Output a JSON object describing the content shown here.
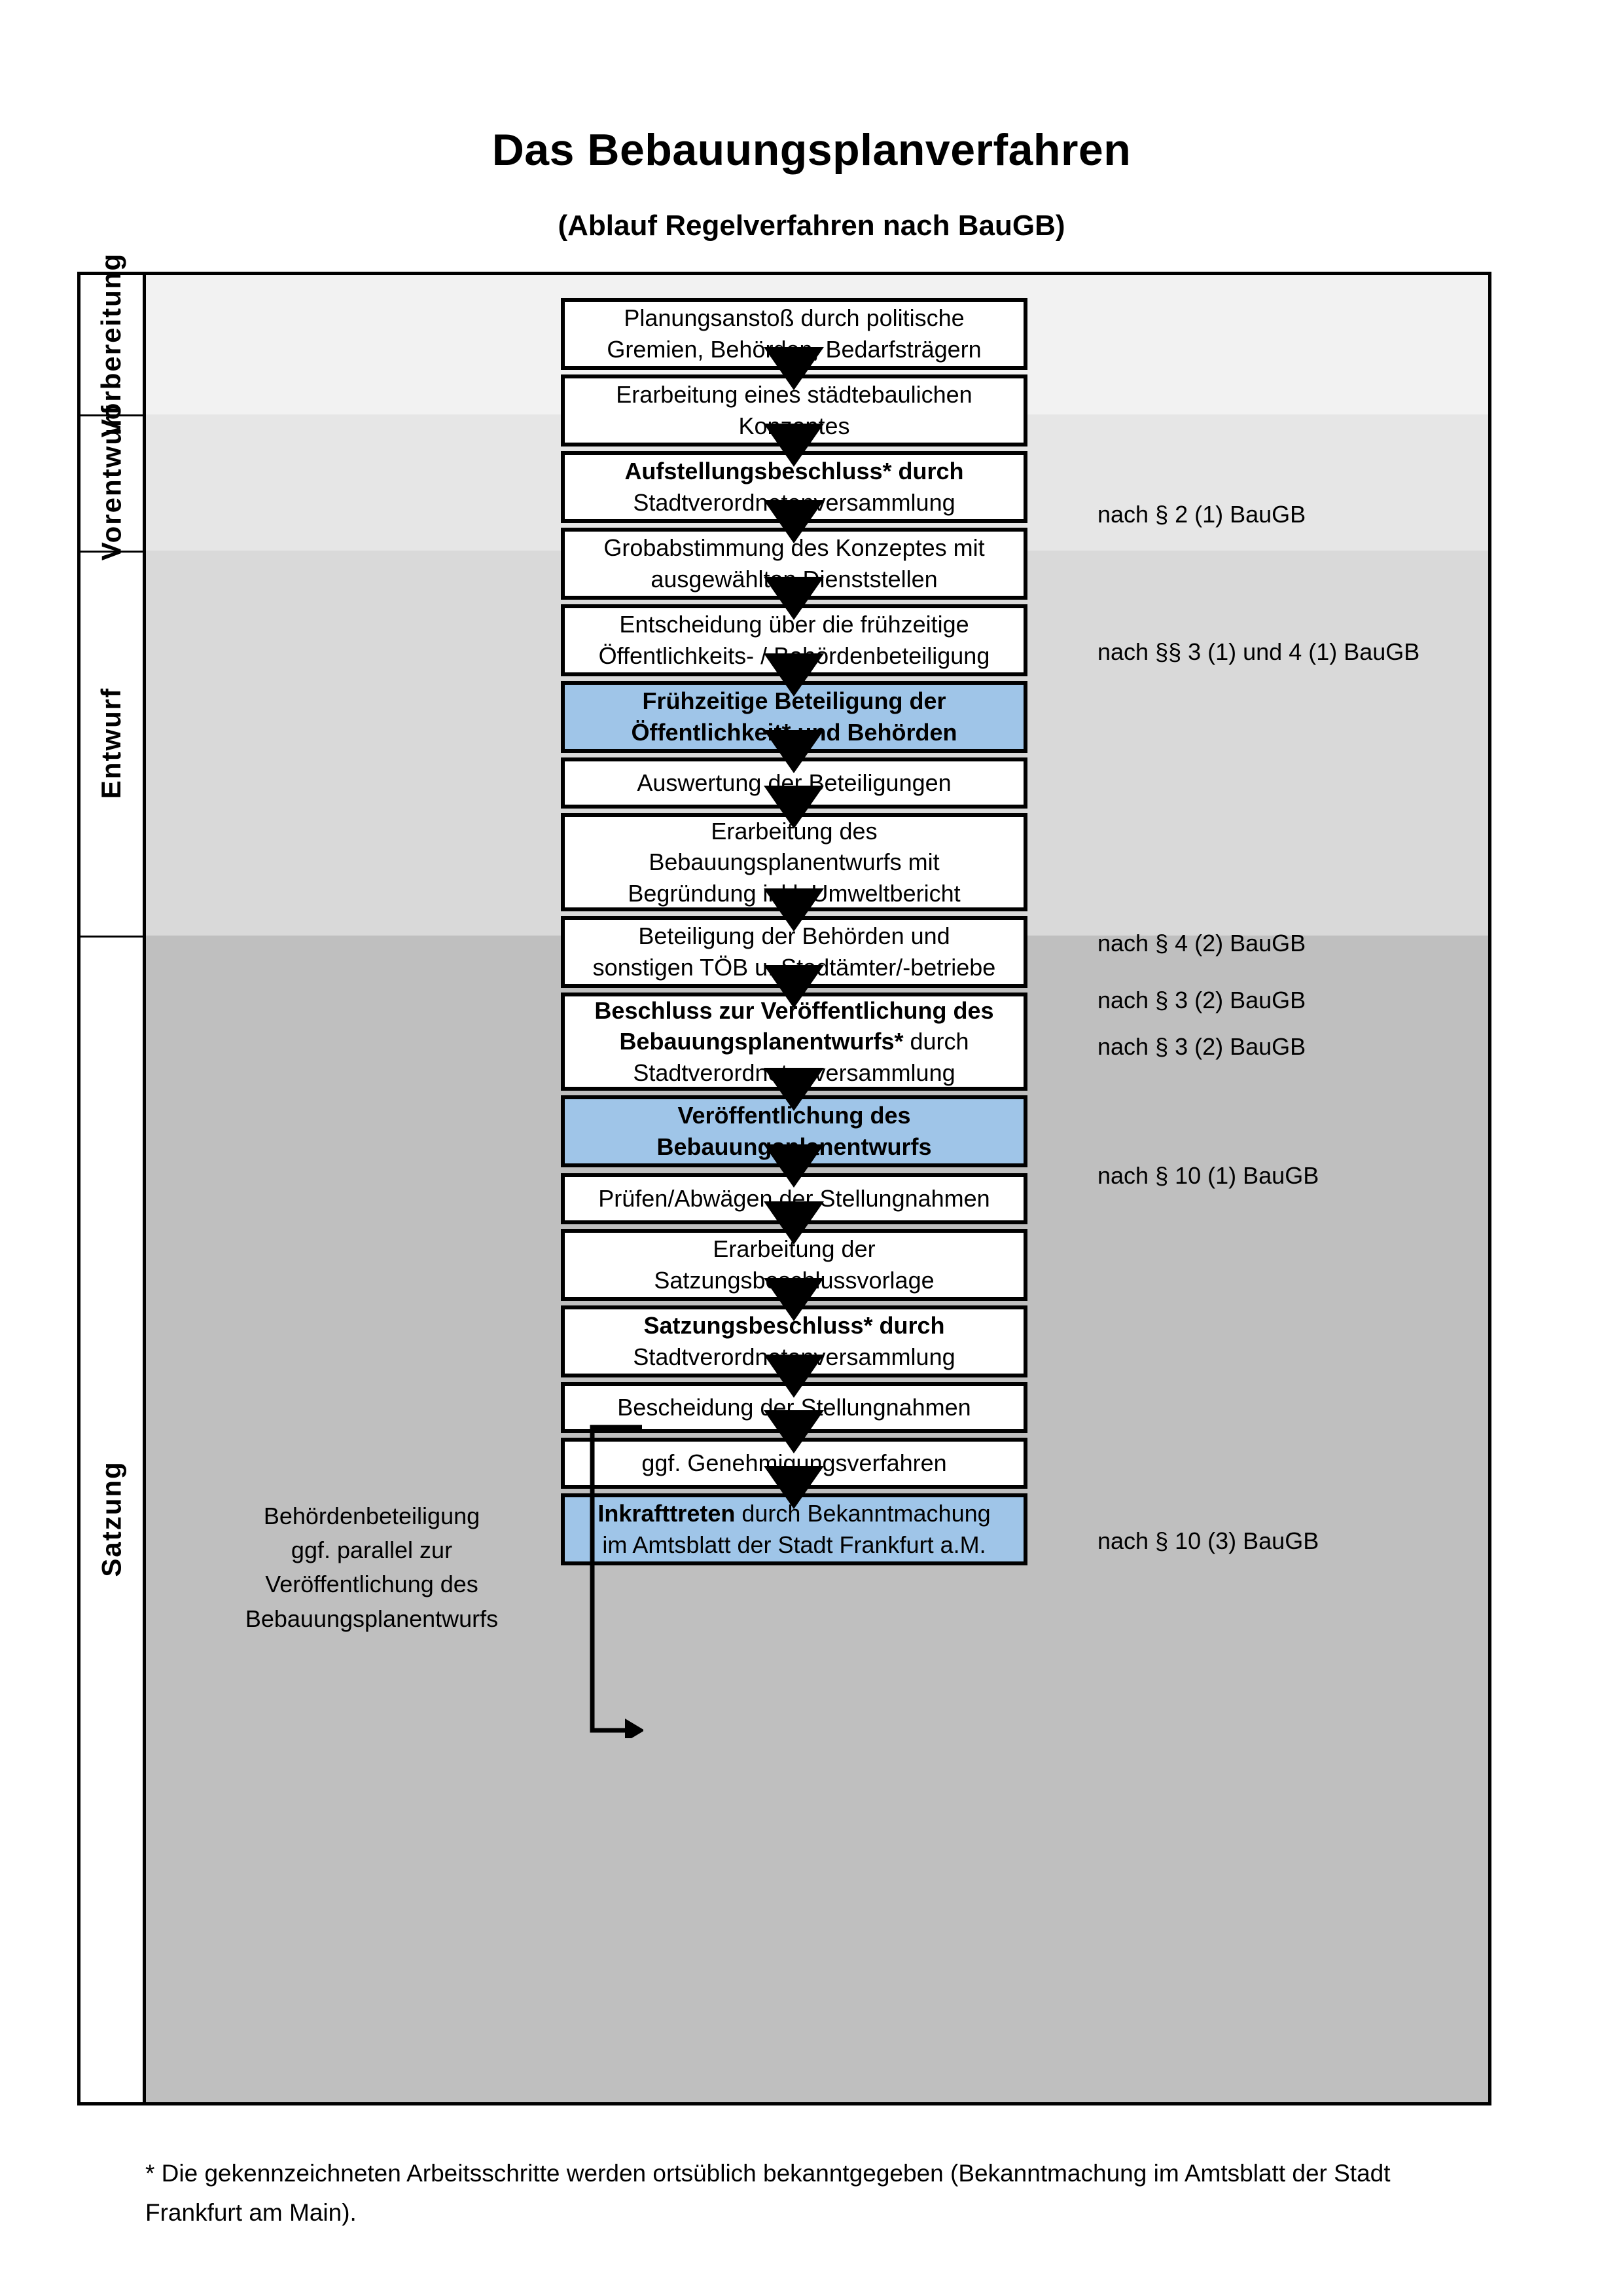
{
  "header": {
    "title": "Das Bebauungsplanverfahren",
    "subtitle": "(Ablauf Regelverfahren nach BauGB)"
  },
  "phases": [
    {
      "id": "vorbereitung",
      "label": "Vorbereitung",
      "bg": "#F2F2F2"
    },
    {
      "id": "vorentwurf",
      "label": "Vorentwurf",
      "bg": "#E6E6E6"
    },
    {
      "id": "entwurf",
      "label": "Entwurf",
      "bg": "#D9D9D9"
    },
    {
      "id": "satzung",
      "label": "Satzung",
      "bg": "#BFBFBF"
    }
  ],
  "steps": [
    {
      "id": "s1",
      "line1": "Planungsanstoß durch politische",
      "line2": "Gremien, Behörden, Bedarfsträgern",
      "line3": "",
      "highlight": false
    },
    {
      "id": "s2",
      "line1": "Erarbeitung eines städtebaulichen",
      "line2": "Konzeptes",
      "line3": "",
      "highlight": false
    },
    {
      "id": "s3",
      "line1": "Aufstellungsbeschluss* durch",
      "line2": "Stadtverordnetenversammlung",
      "line3": "",
      "highlight": false,
      "bold1": true
    },
    {
      "id": "s4",
      "line1": "Grobabstimmung des Konzeptes mit",
      "line2": "ausgewählten Dienststellen",
      "line3": "",
      "highlight": false
    },
    {
      "id": "s5",
      "line1": "Entscheidung über die frühzeitige",
      "line2": "Öffentlichkeits- / Behördenbeteiligung",
      "line3": "",
      "highlight": false
    },
    {
      "id": "s6",
      "line1": "Frühzeitige Beteiligung der",
      "line2": "Öffentlichkeit* und Behörden",
      "line3": "",
      "highlight": true,
      "bold1": true,
      "bold2": true
    },
    {
      "id": "s7",
      "line1": "Auswertung der Beteiligungen",
      "line2": "",
      "line3": "",
      "highlight": false
    },
    {
      "id": "s8",
      "line1": "Erarbeitung des",
      "line2": "Bebauungsplanentwurfs mit",
      "line3": "Begründung inkl. Umweltbericht",
      "highlight": false
    },
    {
      "id": "s9",
      "line1": "Beteiligung der Behörden und",
      "line2": "sonstigen TÖB u. Stadtämter/-betriebe",
      "line3": "",
      "highlight": false
    },
    {
      "id": "s10",
      "line1": "Beschluss zur Veröffentlichung des",
      "line2": "Bebauungsplanentwurfs* durch",
      "line3": "Stadtverordnetenversammlung",
      "highlight": false,
      "bold1": true,
      "bold2": true
    },
    {
      "id": "s11",
      "line1": "Veröffentlichung des",
      "line2": "Bebauungsplanentwurfs",
      "line3": "",
      "highlight": true,
      "bold1": true,
      "bold2": true
    },
    {
      "id": "s12",
      "line1": "Prüfen/Abwägen der Stellungnahmen",
      "line2": "",
      "line3": "",
      "highlight": false
    },
    {
      "id": "s13",
      "line1": "Erarbeitung der",
      "line2": "Satzungsbeschlussvorlage",
      "line3": "",
      "highlight": false
    },
    {
      "id": "s14",
      "line1": "Satzungsbeschluss* durch",
      "line2": "Stadtverordnetenversammlung",
      "line3": "",
      "highlight": false,
      "bold1": true
    },
    {
      "id": "s15",
      "line1": "Bescheidung der Stellungnahmen",
      "line2": "",
      "line3": "",
      "highlight": false
    },
    {
      "id": "s16",
      "line1": "ggf. Genehmigungsverfahren",
      "line2": "",
      "line3": "",
      "highlight": false
    },
    {
      "id": "s17",
      "line1": "Inkrafttreten durch Bekanntmachung",
      "line2": "im Amtsblatt der Stadt Frankfurt a.M.",
      "line3": "",
      "highlight": true,
      "bold1": true
    }
  ],
  "notes": [
    {
      "id": "n1",
      "text": "nach § 2 (1) BauGB"
    },
    {
      "id": "n2",
      "text": "nach §§ 3 (1) und 4 (1) BauGB"
    },
    {
      "id": "n3",
      "text": "nach § 4 (2) BauGB"
    },
    {
      "id": "n4",
      "text": "nach § 3 (2) BauGB"
    },
    {
      "id": "n5",
      "text": "nach § 3 (2) BauGB"
    },
    {
      "id": "n6",
      "text": "nach § 10 (1) BauGB"
    },
    {
      "id": "n7",
      "text": "nach § 10 (3) BauGB"
    }
  ],
  "side_note": {
    "line1": "Behördenbeteiligung",
    "line2": "ggf. parallel zur",
    "line3": "Veröffentlichung des",
    "line4": "Bebauungsplanentwurfs"
  },
  "footnote": {
    "text": "* Die gekennzeichneten Arbeitsschritte werden ortsüblich bekanntgegeben (Bekanntmachung im Amtsblatt  der Stadt Frankfurt am Main)."
  },
  "colors": {
    "highlight_fill": "#9fc5e8",
    "stroke": "#000000"
  }
}
